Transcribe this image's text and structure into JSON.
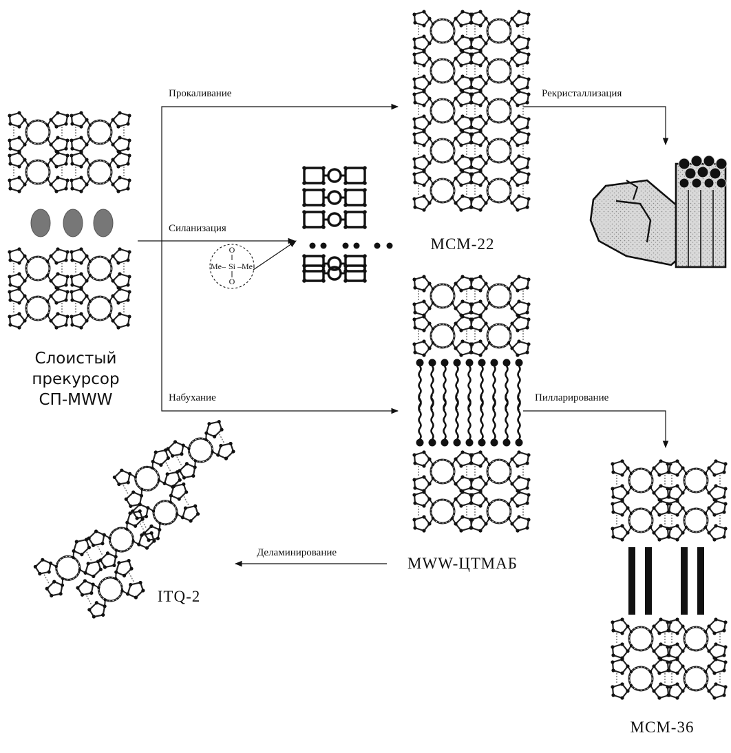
{
  "processes": {
    "calcination": "Прокаливание",
    "silanization": "Силанизация",
    "swelling": "Набухание",
    "recrystallization": "Рекристаллизация",
    "pillaring": "Пилларирование",
    "delamination": "Деламинирование"
  },
  "materials": {
    "precursor": [
      "Слоистый",
      "прекурсор",
      "СП-MWW"
    ],
    "mcm22": "MCM-22",
    "mww_ctmab": "MWW-ЦТМАБ",
    "itq2": "ITQ-2",
    "mcm36": "MCM-36"
  },
  "silane_group": {
    "top_o": "O",
    "bottom_o": "O",
    "left_me": "Me–",
    "si": "Si",
    "right_me": "–Me"
  }
}
